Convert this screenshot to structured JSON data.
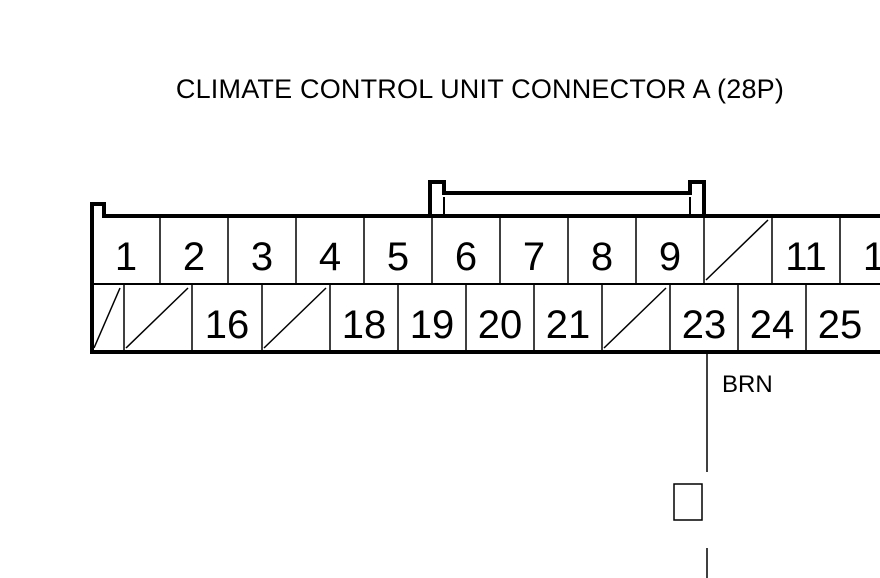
{
  "title": "CLIMATE CONTROL UNIT CONNECTOR A (28P)",
  "connector": {
    "top_row": [
      "1",
      "2",
      "3",
      "4",
      "5",
      "6",
      "7",
      "8",
      "9",
      "",
      "11",
      "1"
    ],
    "bottom_row": [
      "",
      "",
      "16",
      "",
      "18",
      "19",
      "20",
      "21",
      "",
      "23",
      "24",
      "25"
    ]
  },
  "wire": {
    "color_label": "BRN"
  }
}
